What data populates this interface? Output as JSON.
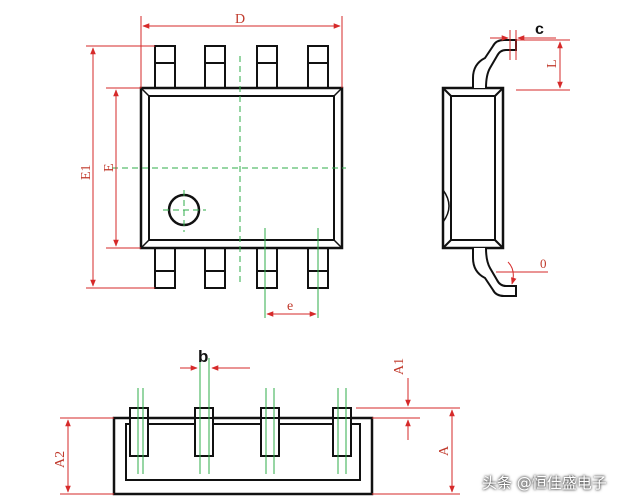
{
  "labels": {
    "D": "D",
    "E1": "E1",
    "E": "E",
    "e": "e",
    "c": "c",
    "L": "L",
    "theta": "0",
    "b": "b",
    "A1": "A1",
    "A2": "A2",
    "A": "A"
  },
  "watermark": "头条 @恒佳盛电子",
  "colors": {
    "outline": "#111111",
    "dimension": "#d62a2a",
    "centerline": "#2fae4a"
  }
}
